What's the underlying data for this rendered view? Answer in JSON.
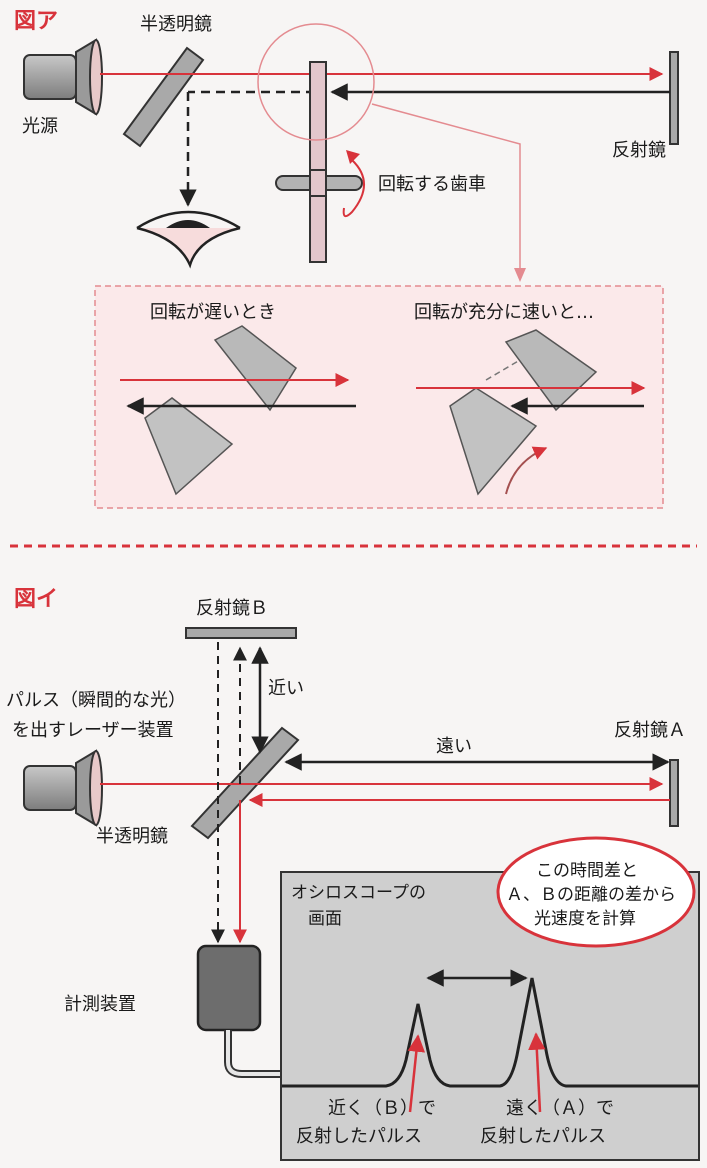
{
  "figure_a": {
    "title": "図ア",
    "light_source": "光源",
    "half_mirror": "半透明鏡",
    "mirror": "反射鏡",
    "rotating_gear": "回転する歯車",
    "slow_caption": "回転が遅いとき",
    "fast_caption": "回転が充分に速いと…"
  },
  "figure_b": {
    "title": "図イ",
    "mirror_b": "反射鏡Ｂ",
    "near": "近い",
    "far": "遠い",
    "laser_line1": "パルス（瞬間的な光）",
    "laser_line2": "を出すレーザー装置",
    "mirror_a": "反射鏡Ａ",
    "half_mirror": "半透明鏡",
    "measuring_device": "計測装置",
    "scope_line1": "オシロスコープの",
    "scope_line2": "画面",
    "bubble_line1": "この時間差と",
    "bubble_line2": "Ａ、Ｂの距離の差から",
    "bubble_line3": "光速度を計算",
    "near_pulse_line1": "近く（Ｂ）で",
    "near_pulse_line2": "反射したパルス",
    "far_pulse_line1": "遠く（Ａ）で",
    "far_pulse_line2": "反射したパルス"
  },
  "colors": {
    "red": "#d8333b",
    "pink_panel": "#fbe9ea",
    "gray": "#a9a9a9",
    "dark": "#222222"
  }
}
